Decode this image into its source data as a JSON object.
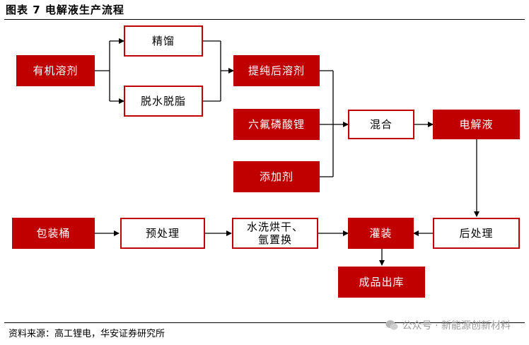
{
  "title": "图表 7  电解液生产流程",
  "source": "资料来源：高工锂电，华安证券研究所",
  "watermark": "公众号 · 新能源创新材料",
  "colors": {
    "accent": "#c00000",
    "line": "#000000"
  },
  "nodes": {
    "organic_solvent": "有机溶剂",
    "rectification": "精馏",
    "dehydration": "脱水脱脂",
    "purified_solvent": "提纯后溶剂",
    "lipf6": "六氟磷酸锂",
    "additive": "添加剂",
    "mixing": "混合",
    "electrolyte": "电解液",
    "post_processing": "后处理",
    "packaging_drum": "包装桶",
    "pretreatment": "预处理",
    "wash_dry_1": "水洗烘干、",
    "wash_dry_2": "氩置换",
    "filling": "灌装",
    "finished_storage": "成品出库"
  }
}
